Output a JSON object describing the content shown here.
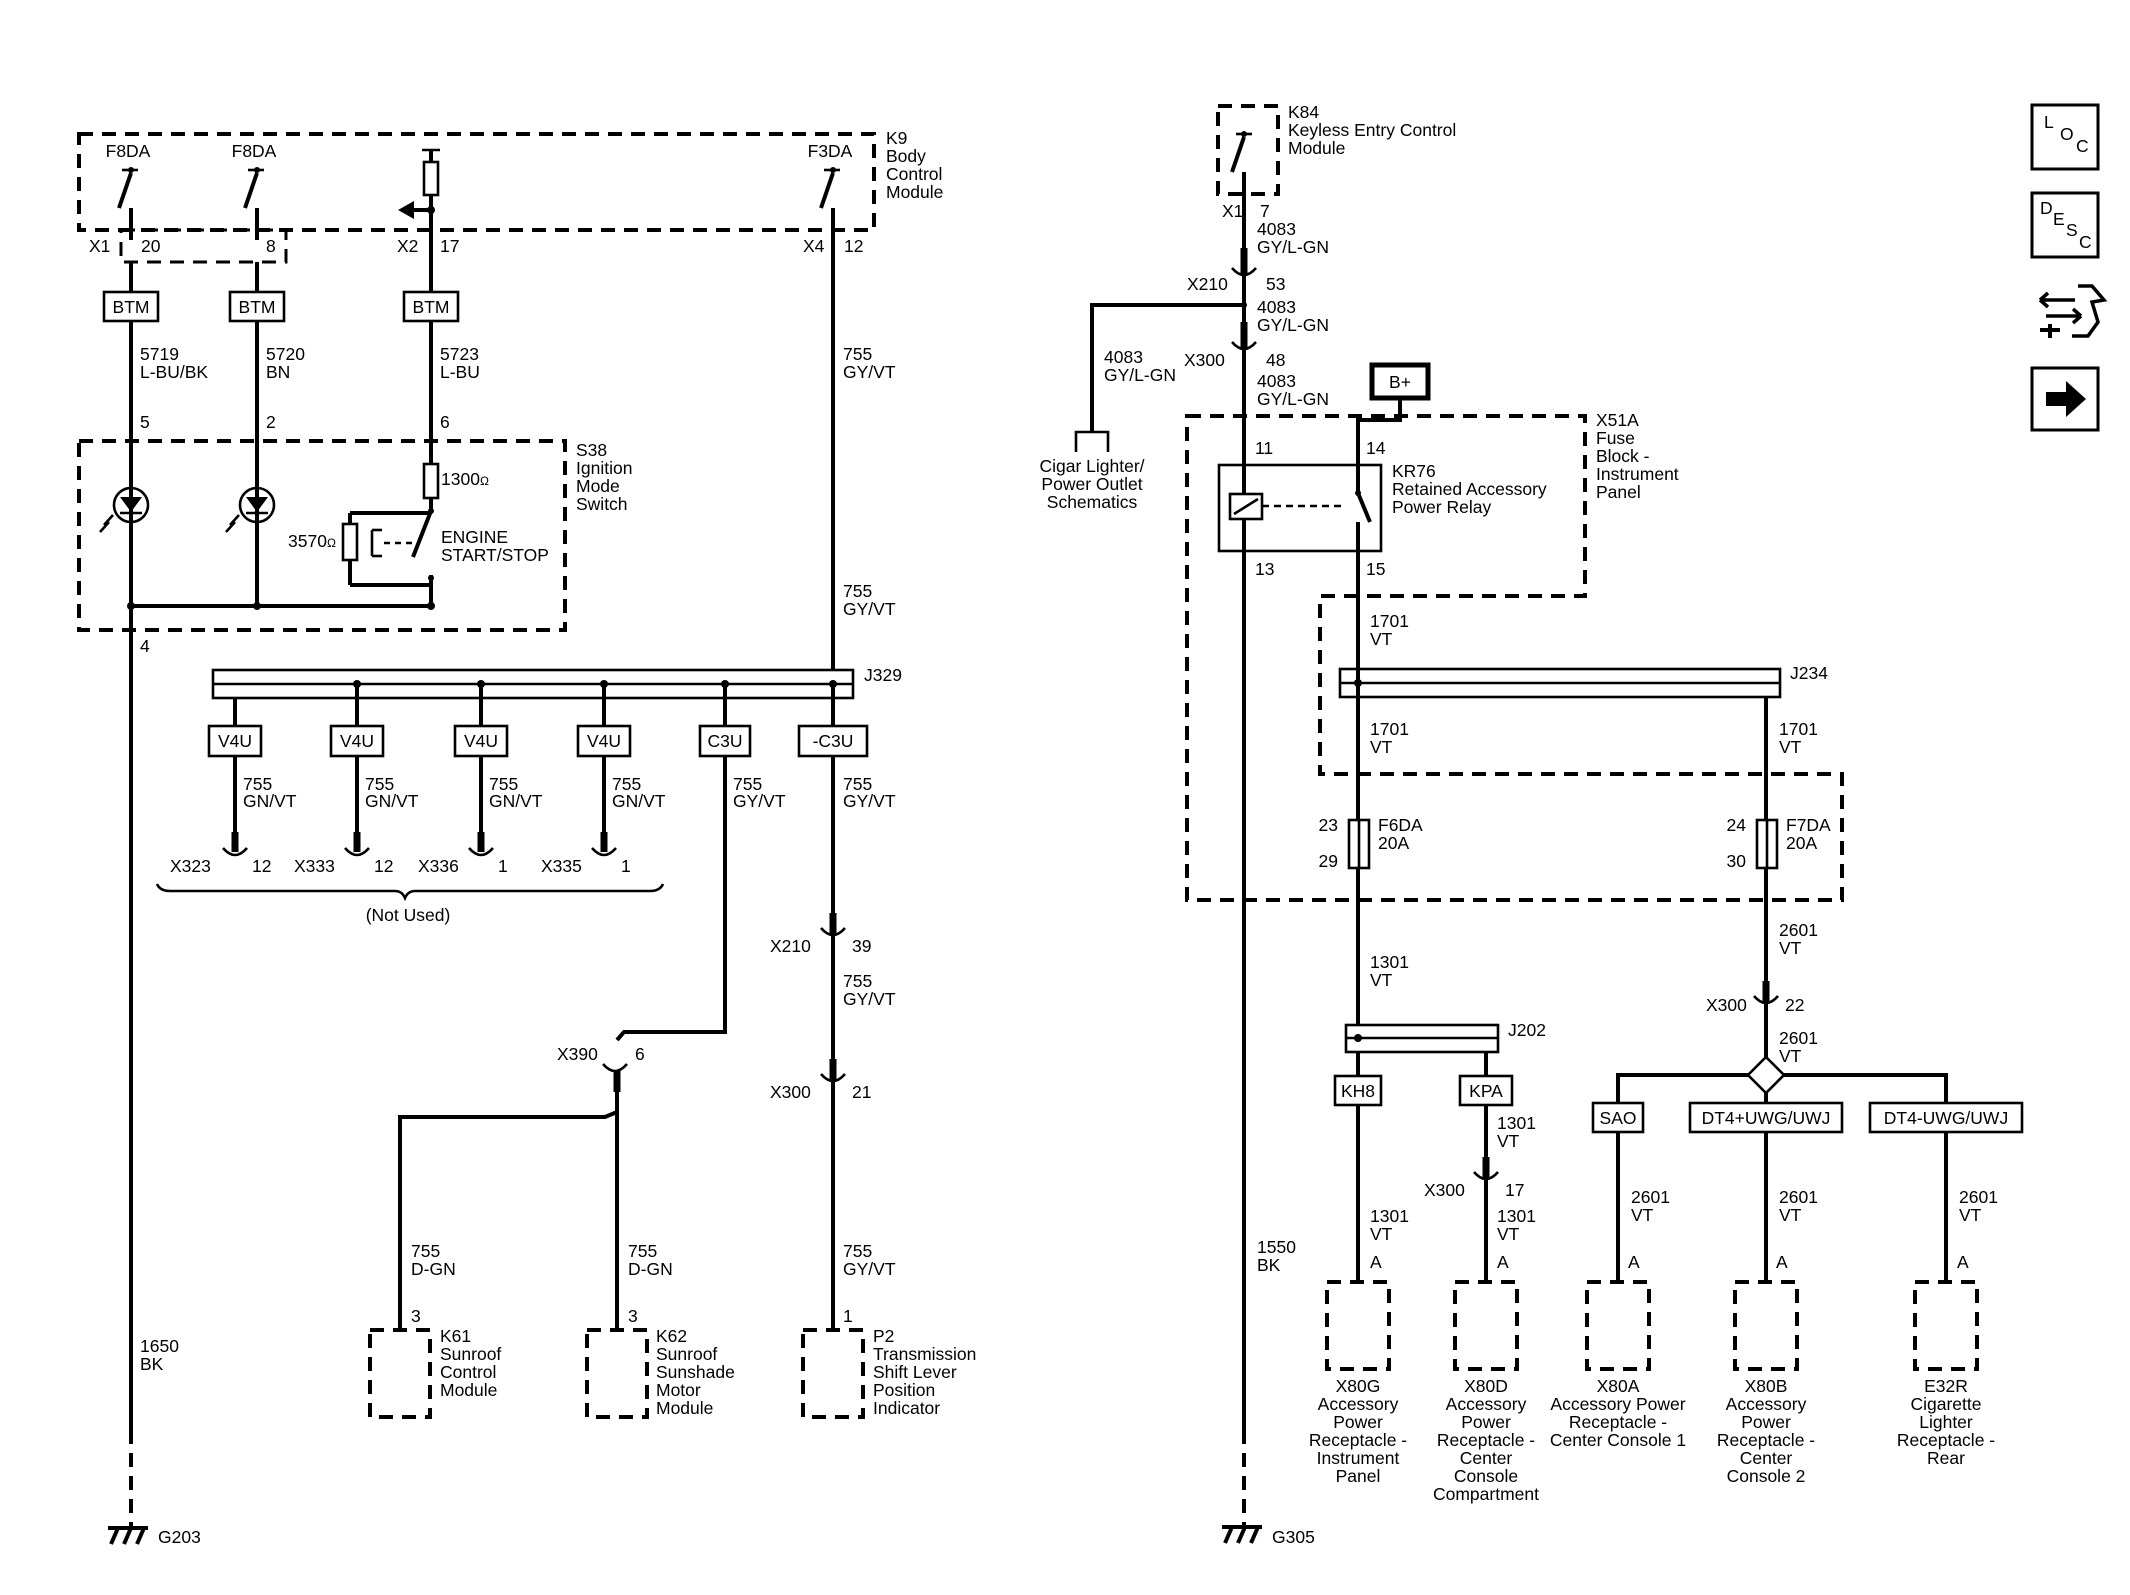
{
  "k9": {
    "fuse1": "F8DA",
    "fuse2": "F8DA",
    "fuse3": "F3DA",
    "line1": "K9",
    "line2": "Body",
    "line3": "Control",
    "line4": "Module",
    "x1": "X1",
    "x1p1": "20",
    "x1p2": "8",
    "x2": "X2",
    "x2p": "17",
    "x4": "X4",
    "x4p": "12"
  },
  "btm": "BTM",
  "w5719": {
    "num": "5719",
    "color": "L-BU/BK",
    "pin": "5"
  },
  "w5720": {
    "num": "5720",
    "color": "BN",
    "pin": "2"
  },
  "w5723": {
    "num": "5723",
    "color": "L-BU",
    "pin": "6"
  },
  "w755a": {
    "num": "755",
    "color": "GY/VT"
  },
  "w755b": {
    "num": "755",
    "color": "GY/VT"
  },
  "s38": {
    "line1": "S38",
    "line2": "Ignition",
    "line3": "Mode",
    "line4": "Switch",
    "r1": "1300",
    "r2": "3570",
    "ohm": "Ω",
    "sw1": "ENGINE",
    "sw2": "START/STOP",
    "pin4": "4"
  },
  "j329": "J329",
  "opt": {
    "v4u": "V4U",
    "c3u": "C3U",
    "nc3u": "-C3U"
  },
  "gnvt": {
    "num": "755",
    "color": "GN/VT"
  },
  "gyvt": {
    "num": "755",
    "color": "GY/VT"
  },
  "unused": {
    "c1": "X323",
    "p1": "12",
    "c2": "X333",
    "p2": "12",
    "c3": "X336",
    "p3": "1",
    "c4": "X335",
    "p4": "1",
    "label": "(Not Used)"
  },
  "left_conn": {
    "x210": "X210",
    "x210p": "39",
    "x300": "X300",
    "x300p": "21",
    "x390": "X390",
    "x390p": "6"
  },
  "dgn": {
    "num": "755",
    "color": "D-GN",
    "pin": "3"
  },
  "k61": {
    "l1": "K61",
    "l2": "Sunroof",
    "l3": "Control",
    "l4": "Module"
  },
  "k62": {
    "l1": "K62",
    "l2": "Sunroof",
    "l3": "Sunshade",
    "l4": "Motor",
    "l5": "Module"
  },
  "p2": {
    "pin": "1",
    "l1": "P2",
    "l2": "Transmission",
    "l3": "Shift Lever",
    "l4": "Position",
    "l5": "Indicator"
  },
  "g203": {
    "num": "1650",
    "color": "BK",
    "label": "G203"
  },
  "k84": {
    "l1": "K84",
    "l2": "Keyless Entry Control",
    "l3": "Module",
    "x1": "X1",
    "p": "7"
  },
  "w4083": {
    "num": "4083",
    "color": "GY/L-GN"
  },
  "right_conn": {
    "x210": "X210",
    "x210p": "53",
    "x300": "X300",
    "x300p": "48"
  },
  "cigar": {
    "l1": "Cigar Lighter/",
    "l2": "Power Outlet",
    "l3": "Schematics"
  },
  "bplus": "B+",
  "x51a": {
    "l1": "X51A",
    "l2": "Fuse",
    "l3": "Block -",
    "l4": "Instrument",
    "l5": "Panel",
    "p11": "11",
    "p14": "14",
    "p13": "13",
    "p15": "15"
  },
  "kr76": {
    "l1": "KR76",
    "l2": "Retained Accessory",
    "l3": "Power Relay"
  },
  "w1701": {
    "num": "1701",
    "color": "VT"
  },
  "j234": "J234",
  "f6da": {
    "name": "F6DA",
    "amp": "20A",
    "pin_in": "23",
    "pin_out": "29"
  },
  "f7da": {
    "name": "F7DA",
    "amp": "20A",
    "pin_in": "24",
    "pin_out": "30"
  },
  "w1301": {
    "num": "1301",
    "color": "VT"
  },
  "w2601": {
    "num": "2601",
    "color": "VT"
  },
  "j202": "J202",
  "x300b": {
    "name": "X300",
    "p22": "22",
    "p17": "17"
  },
  "opt2": {
    "kh8": "KH8",
    "kpa": "KPA",
    "sao": "SAO",
    "dt4a": "DT4+UWG/UWJ",
    "dt4b": "DT4-UWG/UWJ"
  },
  "pinA": "A",
  "x80g": {
    "l1": "X80G",
    "l2": "Accessory",
    "l3": "Power",
    "l4": "Receptacle -",
    "l5": "Instrument",
    "l6": "Panel"
  },
  "x80d": {
    "l1": "X80D",
    "l2": "Accessory",
    "l3": "Power",
    "l4": "Receptacle -",
    "l5": "Center",
    "l6": "Console",
    "l7": "Compartment"
  },
  "x80a": {
    "l1": "X80A",
    "l2": "Accessory Power",
    "l3": "Receptacle -",
    "l4": "Center Console 1"
  },
  "x80b": {
    "l1": "X80B",
    "l2": "Accessory",
    "l3": "Power",
    "l4": "Receptacle -",
    "l5": "Center",
    "l6": "Console 2"
  },
  "e32r": {
    "l1": "E32R",
    "l2": "Cigarette",
    "l3": "Lighter",
    "l4": "Receptacle -",
    "l5": "Rear"
  },
  "g305": {
    "num": "1550",
    "color": "BK",
    "label": "G305"
  },
  "nav": {
    "loc": [
      "L",
      "O",
      "C"
    ],
    "desc": [
      "D",
      "E",
      "S",
      "C"
    ]
  }
}
